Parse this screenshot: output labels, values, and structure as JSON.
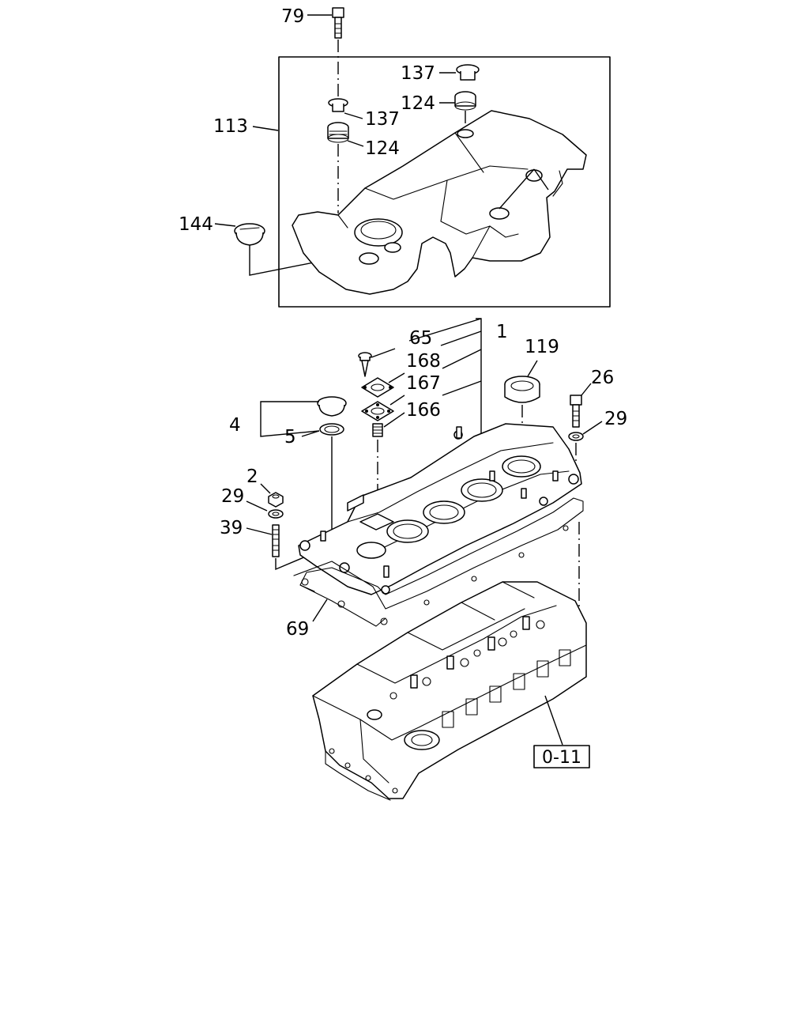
{
  "callouts": {
    "c79": "79",
    "c137a": "137",
    "c124a": "124",
    "c137b": "137",
    "c124b": "124",
    "c113": "113",
    "c144": "144",
    "c65": "65",
    "c1": "1",
    "c119": "119",
    "c168": "168",
    "c167": "167",
    "c166": "166",
    "c26": "26",
    "c29a": "29",
    "c4": "4",
    "c5": "5",
    "c2": "2",
    "c29b": "29",
    "c39": "39",
    "c69": "69"
  },
  "reference_box": "0-11"
}
